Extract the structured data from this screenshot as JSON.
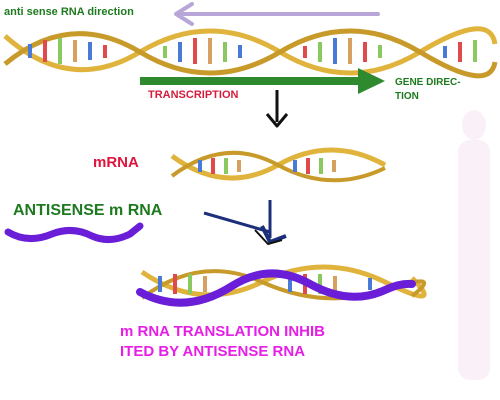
{
  "labels": {
    "antisense_direction": "anti sense RNA direction",
    "transcription": "TRANSCRIPTION",
    "gene_direction_line1": "GENE DIREC-",
    "gene_direction_line2": "TION",
    "mrna": "mRNA",
    "antisense_mrna": "ANTISENSE m RNA",
    "caption_line1": "m RNA TRANSLATION INHIB",
    "caption_line2": "ITED BY ANTISENSE RNA"
  },
  "colors": {
    "helix_gold": "#e0b43c",
    "antisense_purple": "#6a1ed8",
    "transcription_green": "#2f8a2f",
    "arrow_lavender": "#b8a6d9",
    "arrow_black": "#111111",
    "arrow_navy": "#1c2f7a"
  }
}
